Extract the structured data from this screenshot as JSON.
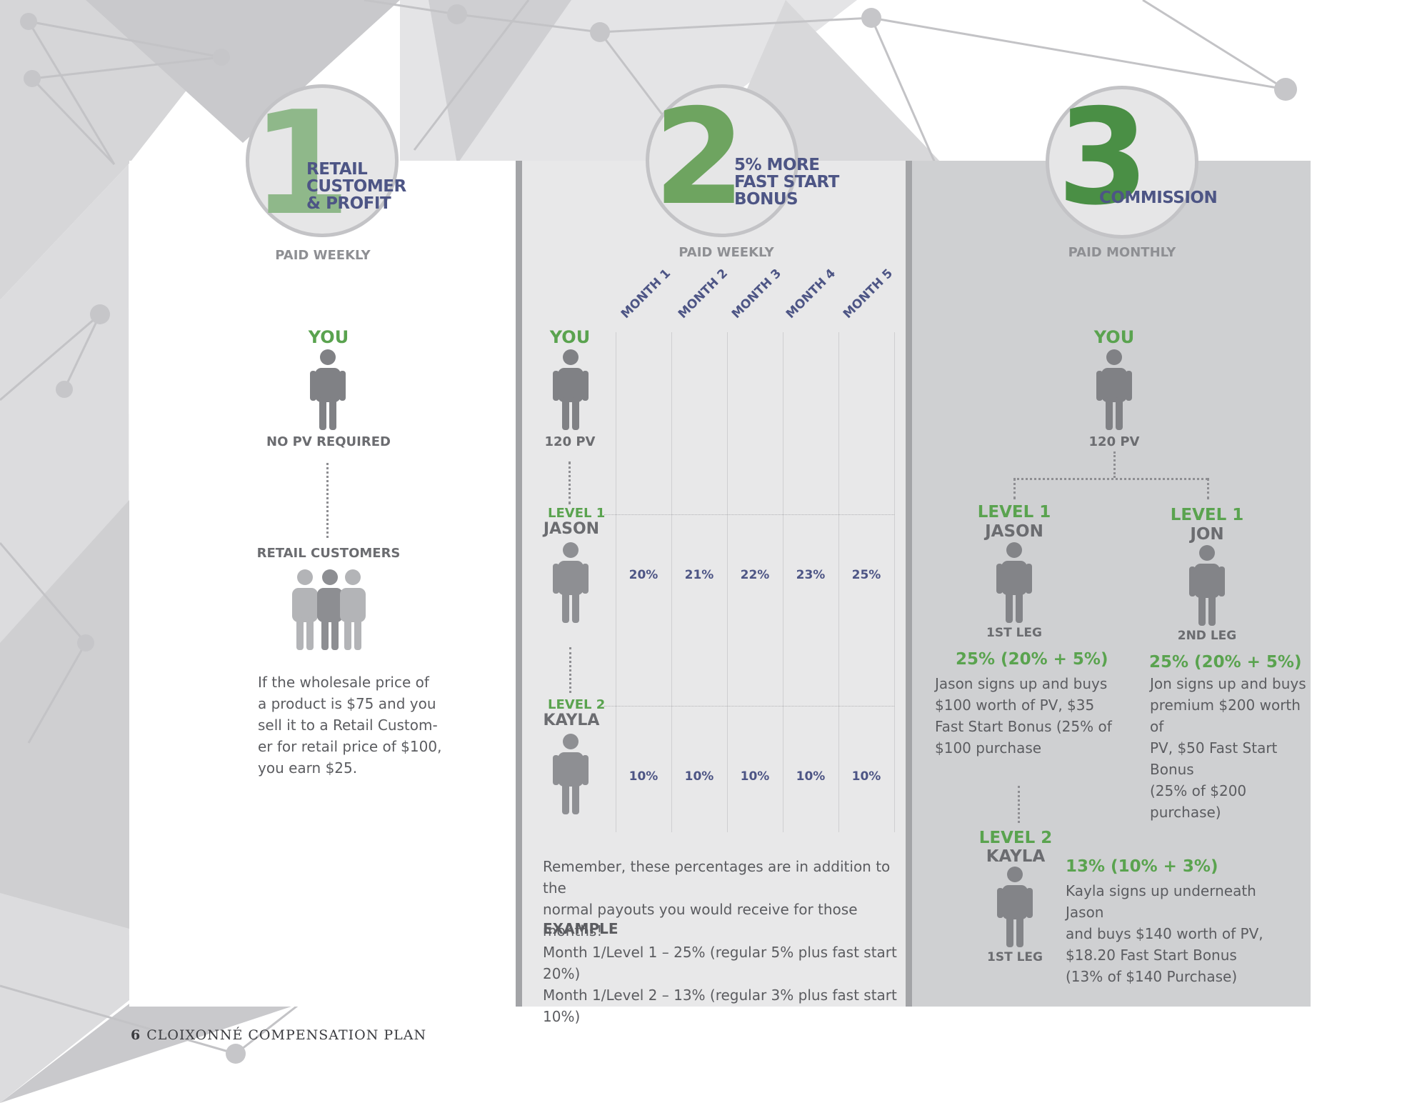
{
  "footer": {
    "page_number": "6",
    "title": "CLOIXONNÉ COMPENSATION PLAN"
  },
  "colors": {
    "green": "#5aa34f",
    "light_green": "#8fb88a",
    "navy": "#4d5585",
    "gray": "#6b6c70"
  },
  "section1": {
    "number": "1",
    "title_lines": [
      "RETAIL",
      "CUSTOMER",
      "& PROFIT"
    ],
    "paid": "PAID WEEKLY",
    "you_label": "YOU",
    "no_pv": "NO PV REQUIRED",
    "retail_customers": "RETAIL CUSTOMERS",
    "description_lines": [
      "If the wholesale price of",
      "a product is $75 and you",
      "sell it to a Retail Custom-",
      "er for retail price of $100,",
      "you earn $25."
    ]
  },
  "section2": {
    "number": "2",
    "title_lines": [
      "5% MORE",
      "FAST START",
      "BONUS"
    ],
    "paid": "PAID WEEKLY",
    "months": [
      "MONTH 1",
      "MONTH 2",
      "MONTH 3",
      "MONTH 4",
      "MONTH 5"
    ],
    "you_label": "YOU",
    "you_pv": "120 PV",
    "level1": {
      "level": "LEVEL 1",
      "name": "JASON",
      "values": [
        "20%",
        "21%",
        "22%",
        "23%",
        "25%"
      ]
    },
    "level2": {
      "level": "LEVEL 2",
      "name": "KAYLA",
      "values": [
        "10%",
        "10%",
        "10%",
        "10%",
        "10%"
      ]
    },
    "note_lines": [
      "Remember, these percentages are in addition to the",
      "normal payouts you would receive for those months!"
    ],
    "example_heading": "EXAMPLE",
    "example_lines": [
      "Month 1/Level 1 – 25% (regular 5% plus fast start 20%)",
      "Month 1/Level 2 – 13% (regular 3% plus fast start 10%)"
    ]
  },
  "section3": {
    "number": "3",
    "title": "COMMISSION",
    "paid": "PAID MONTHLY",
    "you_label": "YOU",
    "you_pv": "120 PV",
    "jason": {
      "level": "LEVEL 1",
      "name": "JASON",
      "leg": "1ST LEG",
      "pct": "25% (20% + 5%)",
      "description_lines": [
        "Jason signs up and buys",
        "$100 worth of PV, $35",
        "Fast Start Bonus (25% of",
        "$100 purchase"
      ]
    },
    "jon": {
      "level": "LEVEL 1",
      "name": "JON",
      "leg": "2ND LEG",
      "pct": "25% (20% + 5%)",
      "description_lines": [
        "Jon signs up and buys",
        "premium $200 worth of",
        "PV, $50 Fast Start Bonus",
        "(25% of $200 purchase)"
      ]
    },
    "kayla": {
      "level": "LEVEL 2",
      "name": "KAYLA",
      "leg": "1ST LEG",
      "pct": "13% (10% + 3%)",
      "description_lines": [
        "Kayla signs up underneath Jason",
        "and buys $140 worth of PV,",
        "$18.20 Fast Start Bonus",
        "(13% of $140 Purchase)"
      ]
    }
  }
}
